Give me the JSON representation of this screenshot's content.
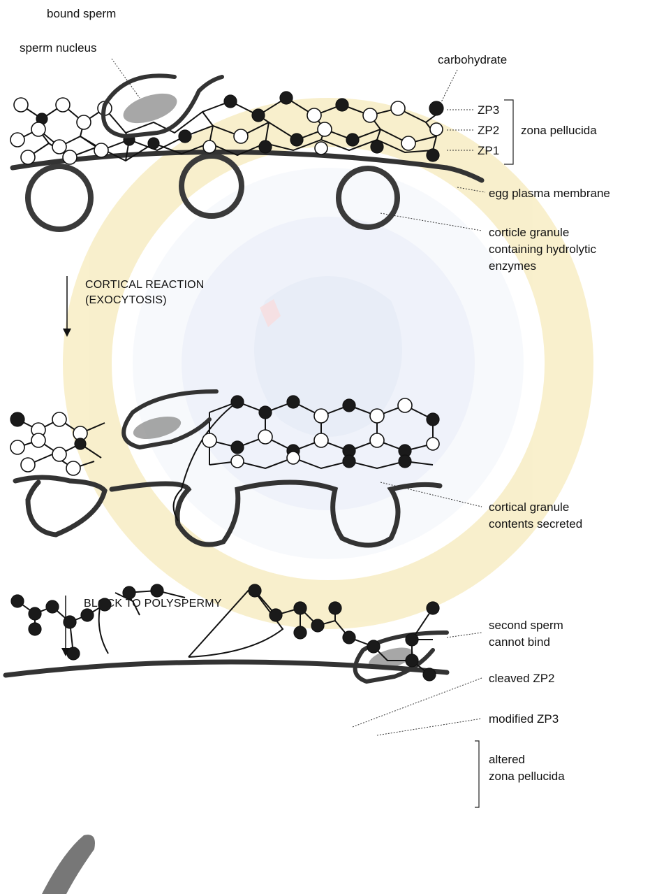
{
  "labels": {
    "bound_sperm": "bound sperm",
    "sperm_nucleus": "sperm nucleus",
    "carbohydrate": "carbohydrate",
    "zp3": "ZP3",
    "zp2": "ZP2",
    "zp1": "ZP1",
    "zona_pellucida": "zona pellucida",
    "egg_plasma_membrane": "egg plasma membrane",
    "granule_line1": "corticle granule",
    "granule_line2": "containing hydrolytic",
    "granule_line3": "enzymes",
    "secreted_line1": "cortical granule",
    "secreted_line2": "contents secreted",
    "second_sperm_line1": "second sperm",
    "second_sperm_line2": "cannot bind",
    "cleaved_zp2": "cleaved ZP2",
    "modified_zp3": "modified ZP3",
    "altered_line1": "altered",
    "altered_line2": "zona pellucida"
  },
  "stages": {
    "cortical_line1": "CORTICAL REACTION",
    "cortical_line2": "(EXOCYTOSIS)",
    "block": "BLOCK TO POLYSPERMY"
  },
  "colors": {
    "ink": "#111111",
    "membrane": "#333333",
    "watermark_ring": "#e9c94a",
    "watermark_center": "#b9c6e6",
    "watermark_accent": "#e88a8a"
  }
}
